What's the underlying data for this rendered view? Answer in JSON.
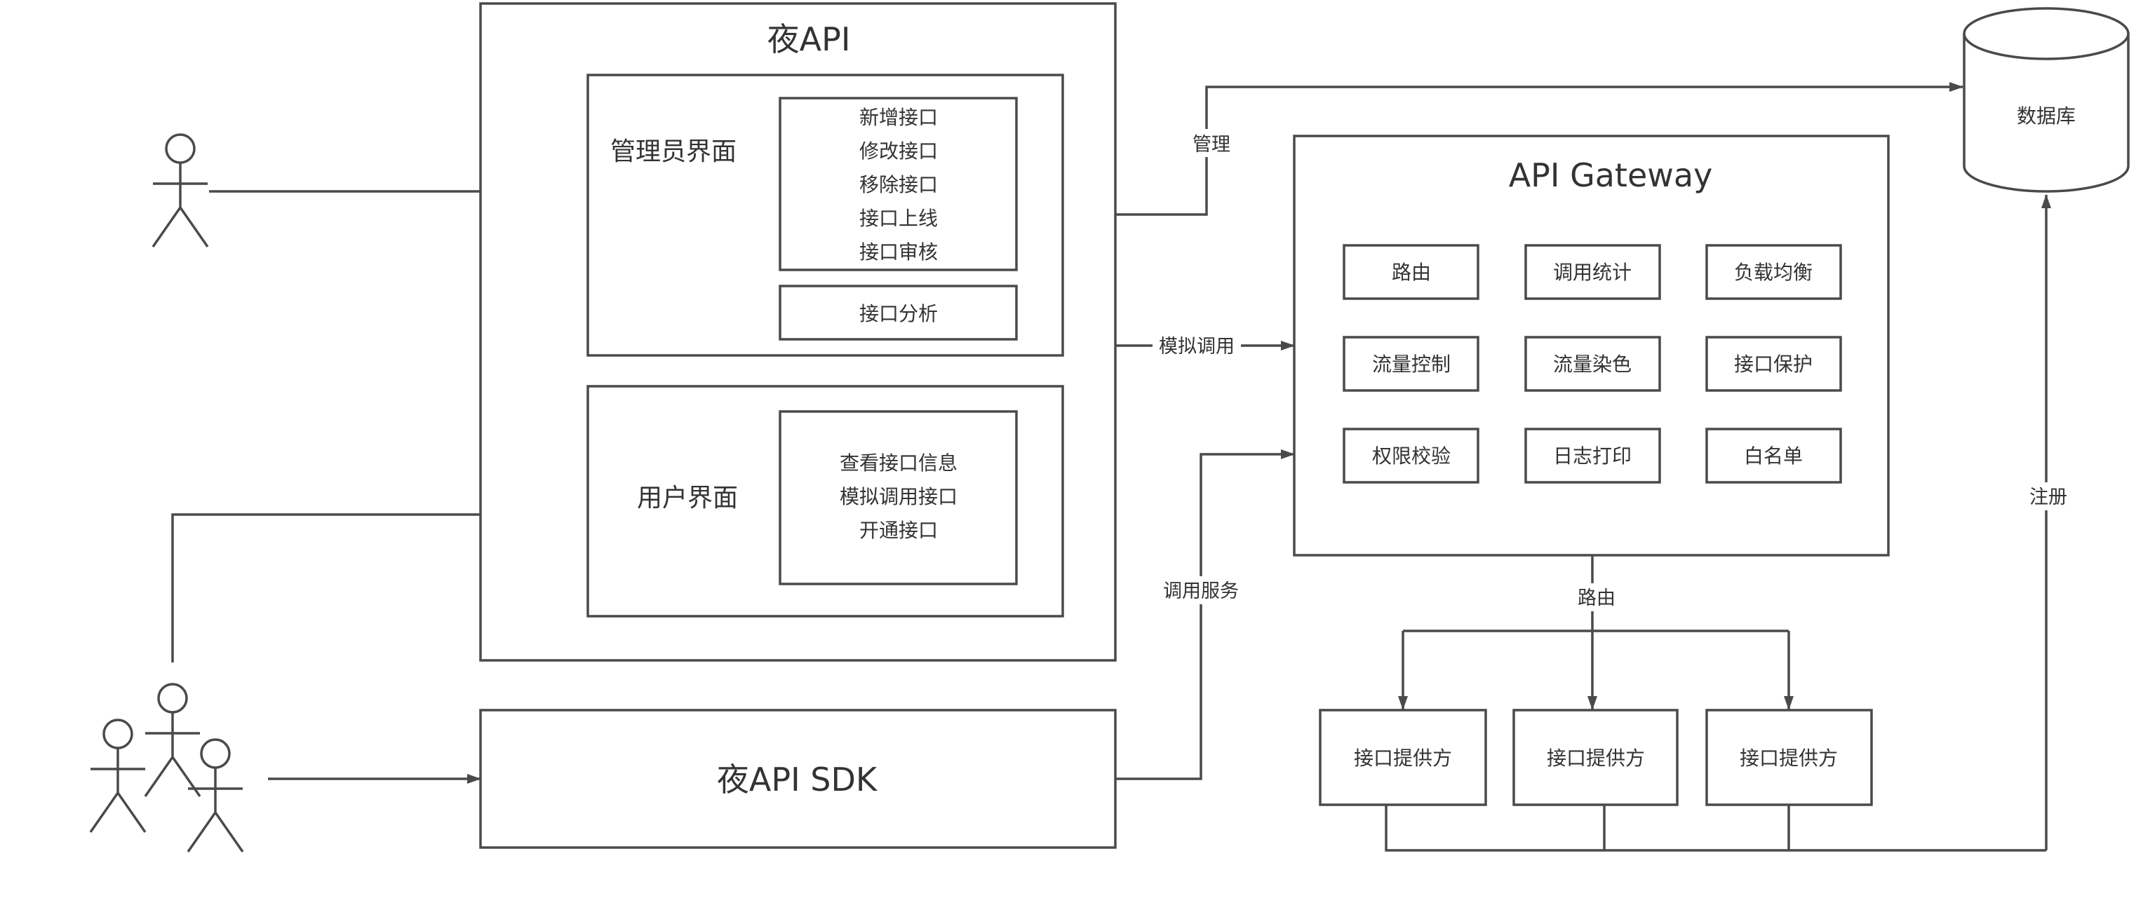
{
  "main_system": {
    "title": "夜API",
    "admin_panel": {
      "title": "管理员界面",
      "functions": [
        "新增接口",
        "修改接口",
        "移除接口",
        "接口上线",
        "接口审核"
      ],
      "analysis": "接口分析"
    },
    "user_panel": {
      "title": "用户界面",
      "functions": [
        "查看接口信息",
        "模拟调用接口",
        "开通接口"
      ]
    }
  },
  "sdk": {
    "title": "夜API SDK"
  },
  "gateway": {
    "title": "API Gateway",
    "features": [
      "路由",
      "调用统计",
      "负载均衡",
      "流量控制",
      "流量染色",
      "接口保护",
      "权限校验",
      "日志打印",
      "白名单"
    ]
  },
  "database": {
    "label": "数据库"
  },
  "providers": [
    "接口提供方",
    "接口提供方",
    "接口提供方"
  ],
  "edge_labels": {
    "manage": "管理",
    "mock_call": "模拟调用",
    "call_service": "调用服务",
    "route": "路由",
    "register": "注册"
  }
}
